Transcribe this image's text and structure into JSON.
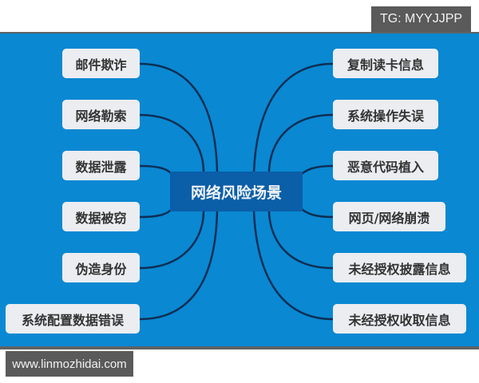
{
  "watermarks": {
    "top_right": "TG: MYYJJPP",
    "bottom_left": "www.linmozhidai.com"
  },
  "diagram": {
    "center": "网络风险场景",
    "left_nodes": [
      {
        "label": "邮件欺诈"
      },
      {
        "label": "网络勒索"
      },
      {
        "label": "数据泄露"
      },
      {
        "label": "数据被窃"
      },
      {
        "label": "伪造身份"
      },
      {
        "label": "系统配置数据错误"
      }
    ],
    "right_nodes": [
      {
        "label": "复制读卡信息"
      },
      {
        "label": "系统操作失误"
      },
      {
        "label": "恶意代码植入"
      },
      {
        "label": "网页/网络崩溃"
      },
      {
        "label": "未经授权披露信息"
      },
      {
        "label": "未经授权收取信息"
      }
    ],
    "colors": {
      "background": "#0a88d2",
      "center_box": "#0b5ea8",
      "node_fill": "#ebedf0",
      "connector": "#0d2f55"
    }
  }
}
